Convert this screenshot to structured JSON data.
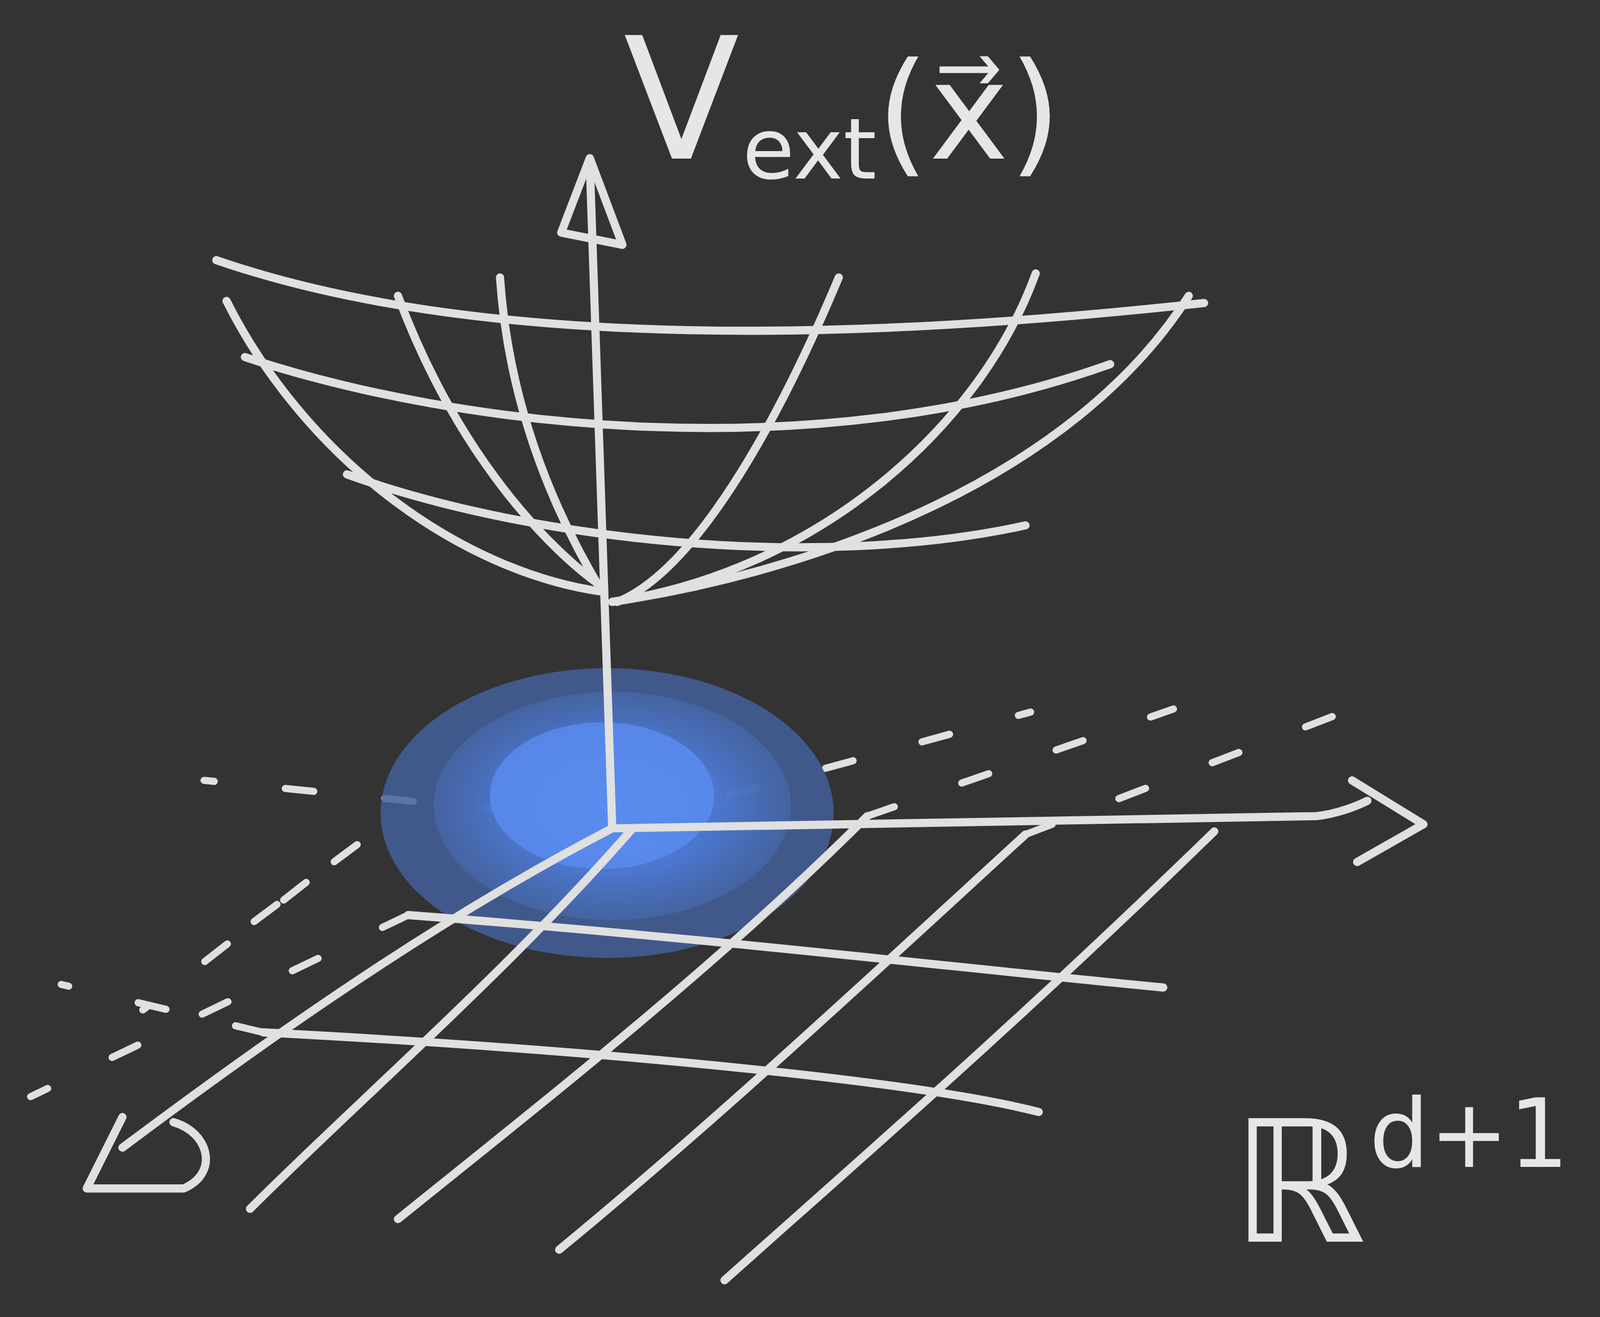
{
  "diagram": {
    "labels": [
      "V",
      "ext",
      "(x⃗)",
      "ℝ",
      "d+1"
    ]
  }
}
